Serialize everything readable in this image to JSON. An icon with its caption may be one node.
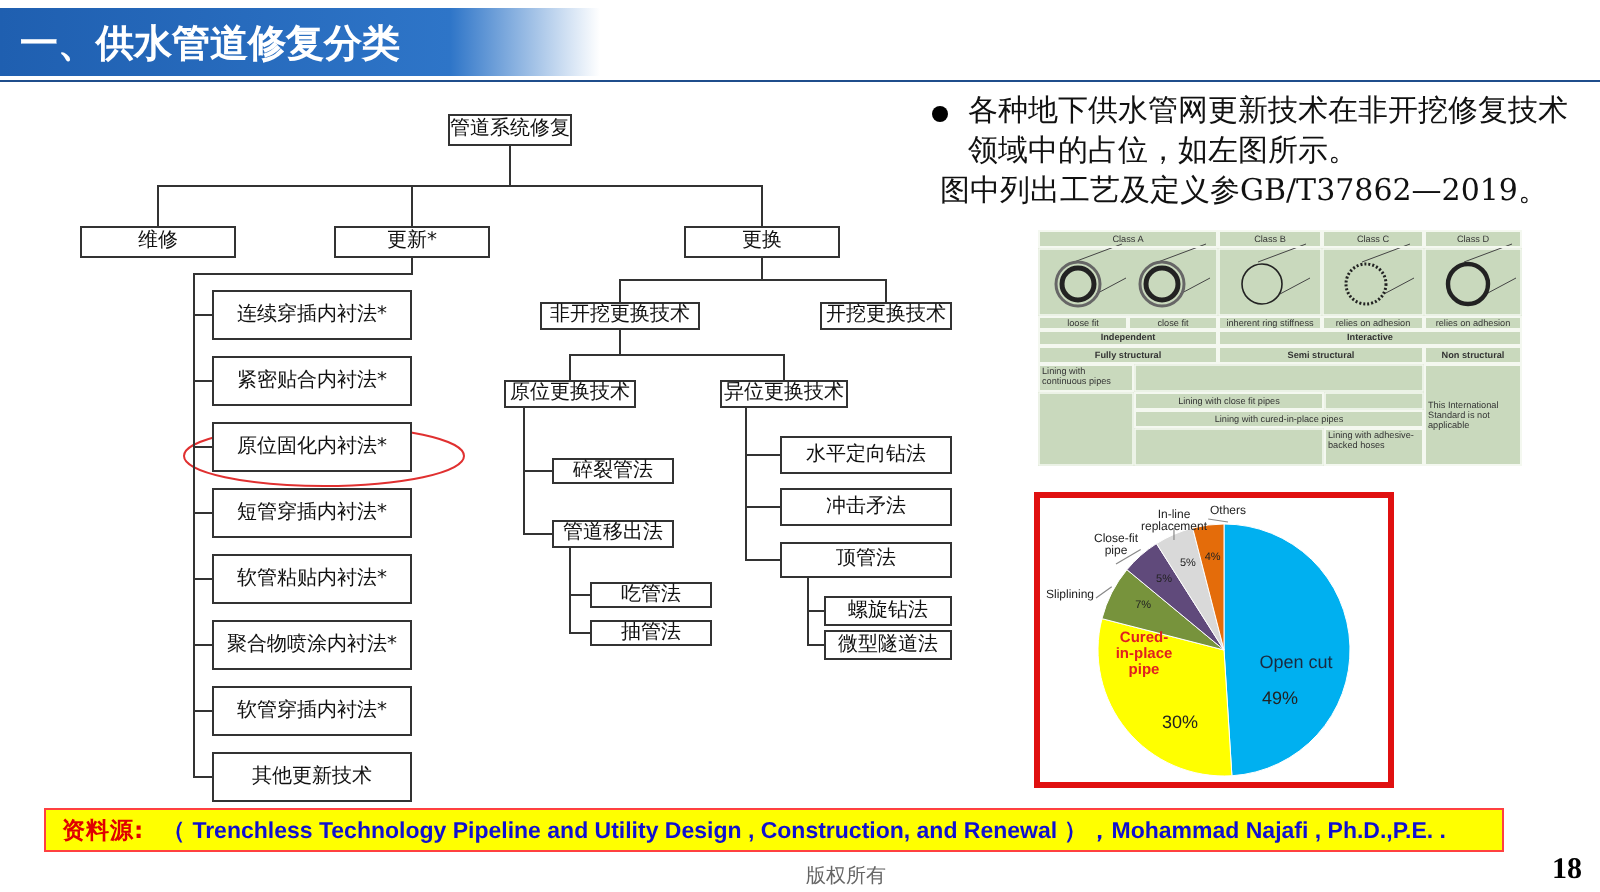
{
  "diagram": {
    "title": "一、供水管道修复分类",
    "nodes": [
      {
        "text": [
          "管道系统修复"
        ]
      },
      {
        "text": [
          "维修"
        ]
      },
      {
        "text": [
          "更新*"
        ]
      },
      {
        "text": [
          "更换"
        ]
      },
      {
        "text": [
          "连续穿插内衬法*"
        ]
      },
      {
        "text": [
          "紧密贴合内衬法*"
        ]
      },
      {
        "text": [
          "原位固化内衬法*"
        ]
      },
      {
        "text": [
          "短管穿插内衬法*"
        ]
      },
      {
        "text": [
          "软管粘贴内衬法*"
        ]
      },
      {
        "text": [
          "聚合物喷涂内衬法*"
        ]
      },
      {
        "text": [
          "软管穿插内衬法*"
        ]
      },
      {
        "text": [
          "其他更新技术"
        ]
      },
      {
        "text": [
          "非开挖更换技术"
        ]
      },
      {
        "text": [
          "开挖更换技术"
        ]
      },
      {
        "text": [
          "原位更换技术"
        ]
      },
      {
        "text": [
          "异位更换技术"
        ]
      },
      {
        "text": [
          "碎裂管法"
        ]
      },
      {
        "text": [
          "管道移出法"
        ]
      },
      {
        "text": [
          "吃管法"
        ]
      },
      {
        "text": [
          "抽管法"
        ]
      },
      {
        "text": [
          "水平定向钻法"
        ]
      },
      {
        "text": [
          "冲击矛法"
        ]
      },
      {
        "text": [
          "顶管法"
        ]
      },
      {
        "text": [
          "螺旋钻法"
        ]
      },
      {
        "text": [
          "微型隧道法"
        ]
      }
    ],
    "edges": [
      {
        "from": 0,
        "to": 1,
        "arrow": "none"
      },
      {
        "from": 0,
        "to": 2,
        "arrow": "none"
      },
      {
        "from": 0,
        "to": 3,
        "arrow": "none"
      },
      {
        "from": 2,
        "to": 4,
        "arrow": "none"
      },
      {
        "from": 2,
        "to": 5,
        "arrow": "none"
      },
      {
        "from": 2,
        "to": 6,
        "arrow": "none"
      },
      {
        "from": 2,
        "to": 7,
        "arrow": "none"
      },
      {
        "from": 2,
        "to": 8,
        "arrow": "none"
      },
      {
        "from": 2,
        "to": 9,
        "arrow": "none"
      },
      {
        "from": 2,
        "to": 10,
        "arrow": "none"
      },
      {
        "from": 2,
        "to": 11,
        "arrow": "none"
      },
      {
        "from": 3,
        "to": 12,
        "arrow": "none"
      },
      {
        "from": 3,
        "to": 13,
        "arrow": "none"
      },
      {
        "from": 12,
        "to": 14,
        "arrow": "none"
      },
      {
        "from": 12,
        "to": 15,
        "arrow": "none"
      },
      {
        "from": 14,
        "to": 16,
        "arrow": "none"
      },
      {
        "from": 14,
        "to": 17,
        "arrow": "none"
      },
      {
        "from": 17,
        "to": 18,
        "arrow": "none"
      },
      {
        "from": 17,
        "to": 19,
        "arrow": "none"
      },
      {
        "from": 15,
        "to": 20,
        "arrow": "none"
      },
      {
        "from": 15,
        "to": 21,
        "arrow": "none"
      },
      {
        "from": 15,
        "to": 22,
        "arrow": "none"
      },
      {
        "from": 22,
        "to": 23,
        "arrow": "none"
      },
      {
        "from": 22,
        "to": 24,
        "arrow": "none"
      }
    ],
    "labels": [
      "各种地下供水管网更新技术在非开挖修复技术领域中的占位，如左图所示。",
      "图中列出工艺及定义参GB/T37862—2019。",
      "Class A",
      "Class B",
      "Class C",
      "Class D",
      "loose fit",
      "close fit",
      "inherent ring stiffness",
      "relies on adhesion",
      "relies on adhesion",
      "Independent",
      "Interactive",
      "Fully structural",
      "Semi structural",
      "Non structural",
      "Lining with continuous pipes",
      "Lining with close fit pipes",
      "Lining with cured-in-place pipes",
      "Lining with adhesive-backed hoses",
      "This International Standard is not applicable",
      "资料源:",
      "（ Trenchless Technology Pipeline and Utility Design , Construction, and Renewal ），Mohammad Najafi , Ph.D.,P.E. .",
      "版权所有",
      "18"
    ],
    "chart_data": {
      "type": "pie",
      "categories": [
        "Open cut",
        "Cured-in-place pipe",
        "Sliplining",
        "Close-fit pipe",
        "In-line replacement",
        "Others"
      ],
      "series": [
        {
          "colors": [
            "#00b0f0",
            "#ffff00",
            "#77933c",
            "#604a7b",
            "#d9d9d9",
            "#e46c0a"
          ],
          "values": [
            49,
            30,
            7,
            5,
            5,
            4
          ]
        }
      ],
      "value_labels": [
        "49%",
        "30%",
        "7%",
        "5%",
        "5%",
        "4%"
      ]
    }
  }
}
